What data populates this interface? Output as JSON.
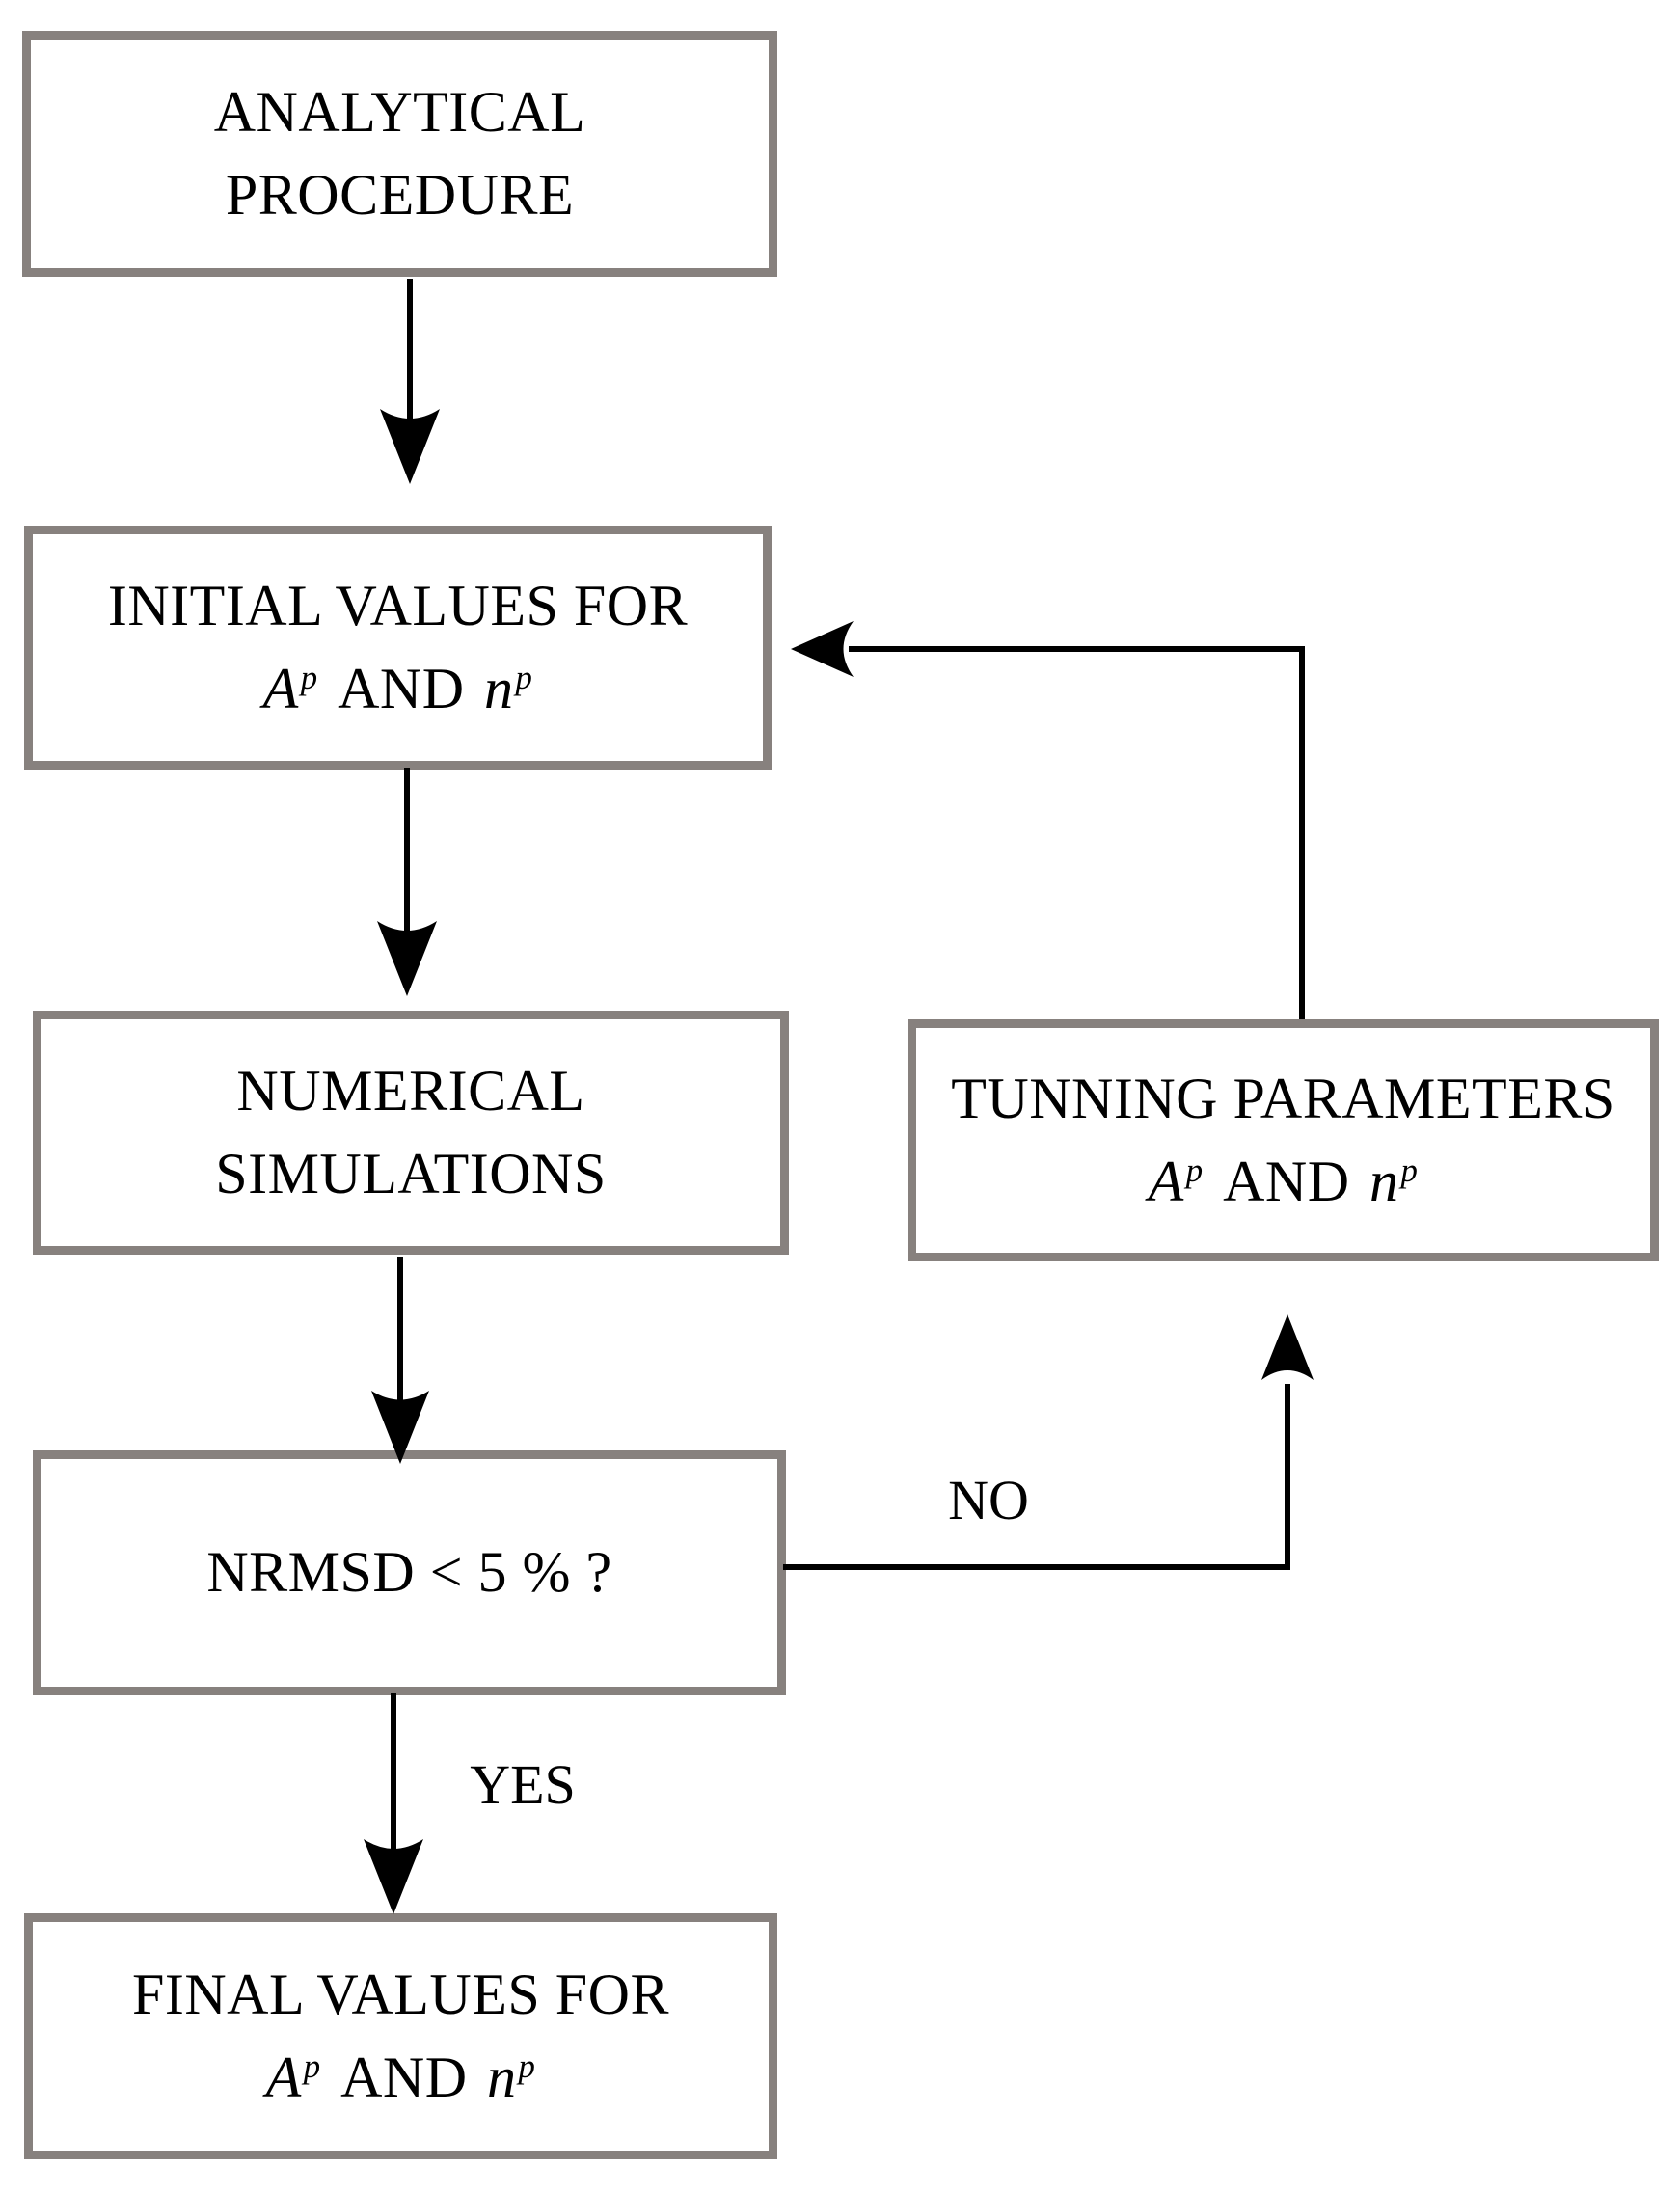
{
  "figure": {
    "type": "flowchart",
    "description_visible_only": "iterative calibration loop flowchart"
  },
  "colors": {
    "background": "#ffffff",
    "box_border": "#87817e",
    "box_fill": "#ffffff",
    "arrow": "#000000",
    "text": "#000000"
  },
  "nodes": {
    "analytical": {
      "line1": "ANALYTICAL",
      "line2": "PROCEDURE"
    },
    "initial": {
      "line1": "INITIAL VALUES FOR"
    },
    "numerical": {
      "line1": "NUMERICAL",
      "line2": "SIMULATIONS"
    },
    "tunning": {
      "line1": "TUNNING PARAMETERS"
    },
    "nrmsd": {
      "line1": "NRMSD < 5 % ?"
    },
    "final": {
      "line1": "FINAL VALUES FOR"
    }
  },
  "formula": {
    "A": "A",
    "A_sup": "p",
    "and": "AND",
    "n": "n",
    "n_sup": "p"
  },
  "edge_labels": {
    "no": "NO",
    "yes": "YES"
  }
}
